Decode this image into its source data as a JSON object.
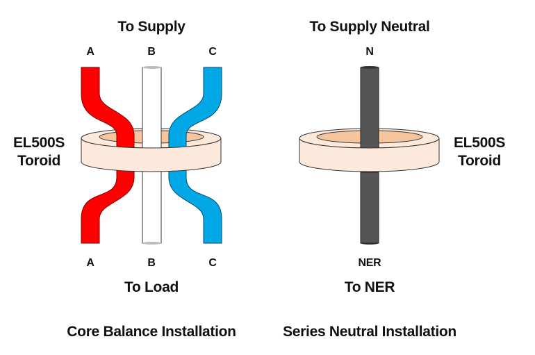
{
  "left_diagram": {
    "top_label": "To Supply",
    "bottom_label": "To Load",
    "caption": "Core Balance Installation",
    "toroid_label": [
      "EL500S",
      "Toroid"
    ],
    "cables": [
      {
        "phase": "A",
        "color": "#ff0000"
      },
      {
        "phase": "B",
        "color": "#ffffff"
      },
      {
        "phase": "C",
        "color": "#00a8e6"
      }
    ]
  },
  "right_diagram": {
    "top_label": "To Supply Neutral",
    "bottom_label": "To NER",
    "caption": "Series Neutral Installation",
    "toroid_label": [
      "EL500S",
      "Toroid"
    ],
    "cable": {
      "top": "N",
      "bottom": "NER",
      "color": "#555555"
    }
  },
  "colors": {
    "toroid_outer": "#fde9dc",
    "toroid_inner": "#f6c59e",
    "outline": "#333333"
  }
}
